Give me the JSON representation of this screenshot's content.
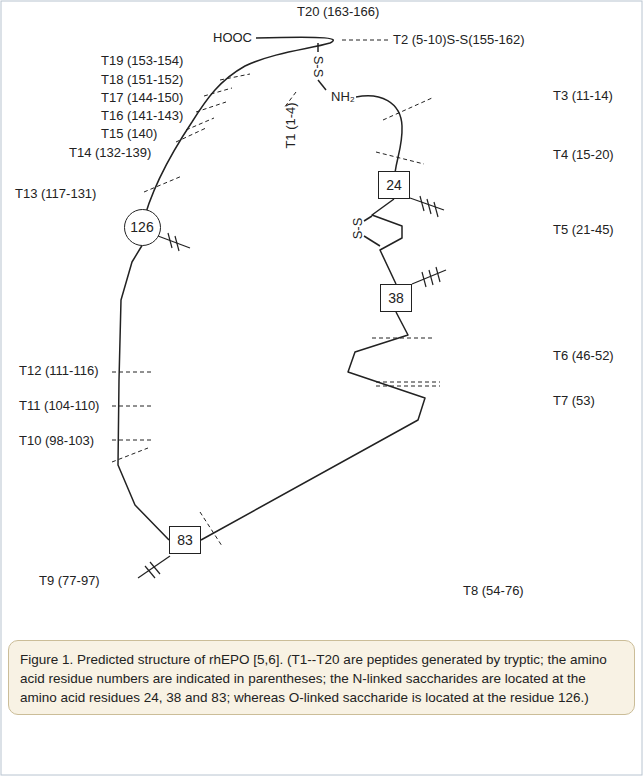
{
  "diagram": {
    "caption": "Figure 1. Predicted structure of rhEPO [5,6]. (T1--T20 are peptides generated by tryptic; the amino acid residue numbers are indicated in parentheses; the N-linked saccharides are located at the amino acid residues 24, 38 and 83; whereas O-linked saccharide is located at the residue 126.)",
    "nodes": [
      {
        "text": [
          "24"
        ]
      },
      {
        "text": [
          "38"
        ]
      },
      {
        "text": [
          "83"
        ]
      },
      {
        "text": [
          "126"
        ]
      }
    ],
    "edges": [
      {
        "from": 0,
        "to": 1,
        "arrow": "none"
      },
      {
        "from": 1,
        "to": 2,
        "arrow": "none"
      },
      {
        "from": 2,
        "to": 3,
        "arrow": "none"
      }
    ],
    "labels": [
      "T20 (163-166)",
      "HOOC",
      "T2 (5-10)S-S(155-162)",
      "S-S",
      "T19 (153-154)",
      "T18 (151-152)",
      "T17 (144-150)",
      "T16 (141-143)",
      "T15 (140)",
      "T1 (1-4)",
      "NH₂",
      "T3 (11-14)",
      "T4 (15-20)",
      "T14 (132-139)",
      "T13 (117-131)",
      "S-S",
      "T5 (21-45)",
      "T12 (111-116)",
      "T11 (104-110)",
      "T10 (98-103)",
      "T6 (46-52)",
      "T7 (53)",
      "T9 (77-97)",
      "T8 (54-76)"
    ]
  }
}
